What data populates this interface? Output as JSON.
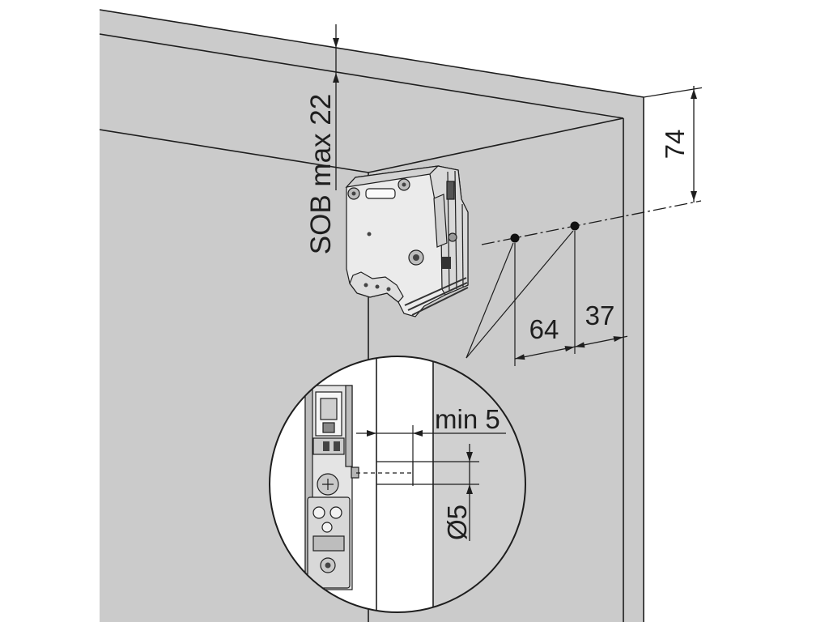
{
  "dimensions": {
    "top_panel_thickness": "SOB max 22",
    "hole_height": "74",
    "hole_spacing": "64",
    "front_offset": "37",
    "hole_depth": "min 5",
    "hole_diameter": "Ø5"
  }
}
